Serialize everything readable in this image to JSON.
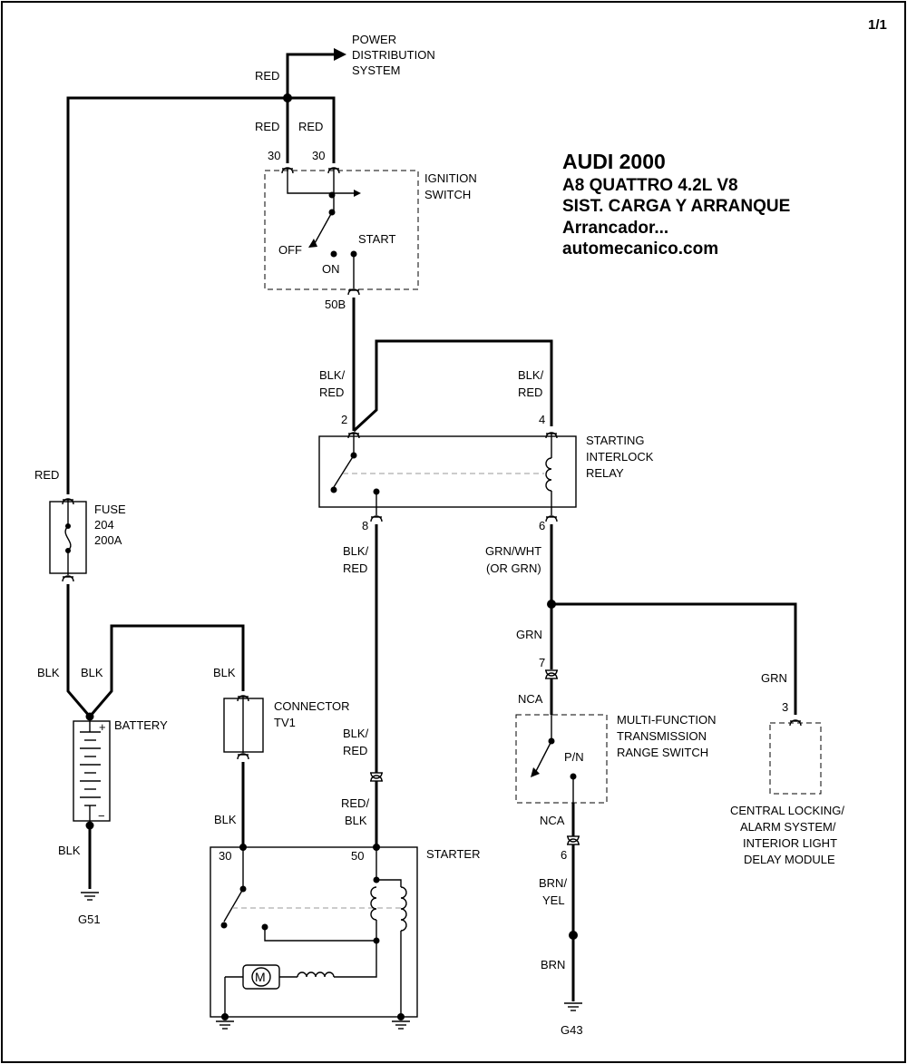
{
  "page_number": "1/1",
  "title": {
    "line1": "AUDI  2000",
    "line2": "A8 QUATTRO  4.2L  V8",
    "line3": "SIST. CARGA Y ARRANQUE",
    "line4": "Arrancador...",
    "line5": "automecanico.com"
  },
  "components": {
    "power_distribution": [
      "POWER",
      "DISTRIBUTION",
      "SYSTEM"
    ],
    "ignition_switch": {
      "name": [
        "IGNITION",
        "SWITCH"
      ],
      "pin_a": "30",
      "pin_b": "30",
      "pin_out": "50B",
      "pos_off": "OFF",
      "pos_on": "ON",
      "pos_start": "START"
    },
    "relay": {
      "name": [
        "STARTING",
        "INTERLOCK",
        "RELAY"
      ],
      "pin2": "2",
      "pin4": "4",
      "pin8": "8",
      "pin6": "6"
    },
    "fuse": {
      "name": [
        "FUSE",
        "204",
        "200A"
      ]
    },
    "battery": {
      "name": "BATTERY",
      "plus": "+",
      "minus": "−"
    },
    "connector": {
      "name": [
        "CONNECTOR",
        "TV1"
      ]
    },
    "starter": {
      "name": "STARTER",
      "pin30": "30",
      "pin50": "50",
      "motor": "M"
    },
    "transmission_switch": {
      "name": [
        "MULTI-FUNCTION",
        "TRANSMISSION",
        "RANGE SWITCH"
      ],
      "pin7": "7",
      "pin6": "6",
      "pos": "P/N"
    },
    "module": {
      "name": [
        "CENTRAL LOCKING/",
        "ALARM SYSTEM/",
        "INTERIOR LIGHT",
        "DELAY MODULE"
      ],
      "pin3": "3"
    },
    "grounds": {
      "g51": "G51",
      "g43": "G43"
    }
  },
  "wires": {
    "red_top": "RED",
    "red_ign_a": "RED",
    "red_ign_b": "RED",
    "red_left": "RED",
    "blk_red_ign": [
      "BLK/",
      "RED"
    ],
    "blk_red_pin4": [
      "BLK/",
      "RED"
    ],
    "blk_red_pin8": [
      "BLK/",
      "RED"
    ],
    "blk_red_lower": [
      "BLK/",
      "RED"
    ],
    "red_blk": [
      "RED/",
      "BLK"
    ],
    "grn_wht": [
      "GRN/WHT",
      "(OR GRN)"
    ],
    "grn_a": "GRN",
    "grn_b": "GRN",
    "nca_a": "NCA",
    "nca_b": "NCA",
    "blk_fuse": "BLK",
    "blk_batt": "BLK",
    "blk_conn_top": "BLK",
    "blk_conn_bot": "BLK",
    "blk_ground": "BLK",
    "brn_yel": [
      "BRN/",
      "YEL"
    ],
    "brn": "BRN"
  }
}
